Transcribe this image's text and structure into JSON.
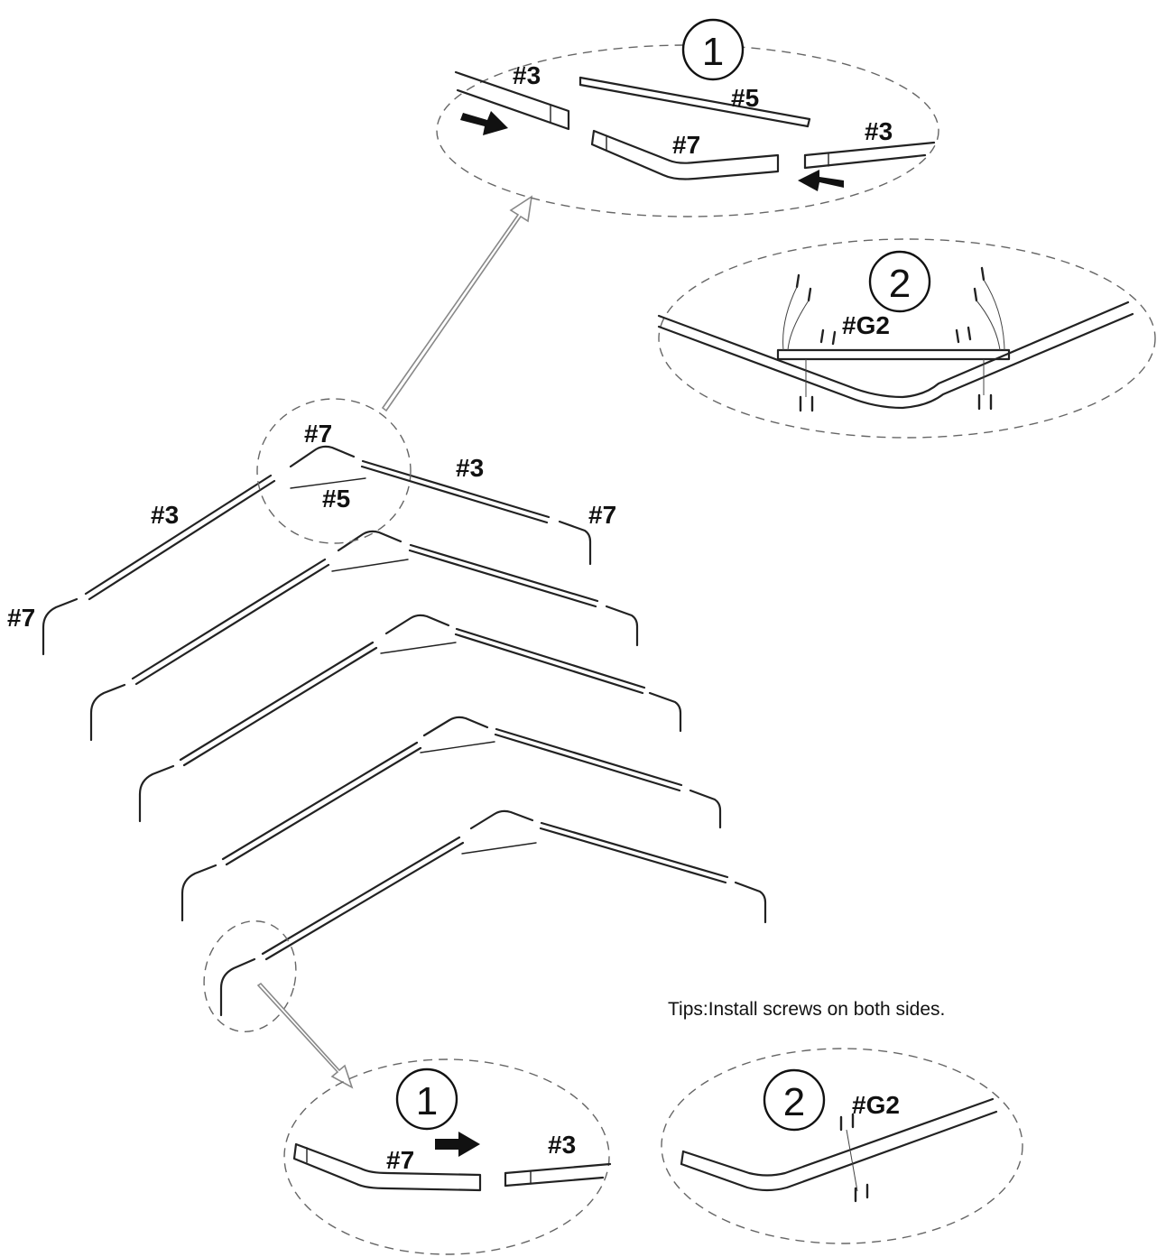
{
  "labels": {
    "p3": "#3",
    "p5": "#5",
    "p7": "#7",
    "g2": "#G2"
  },
  "steps": {
    "one": "1",
    "two": "2"
  },
  "tips": "Tips:Install screws on both sides."
}
